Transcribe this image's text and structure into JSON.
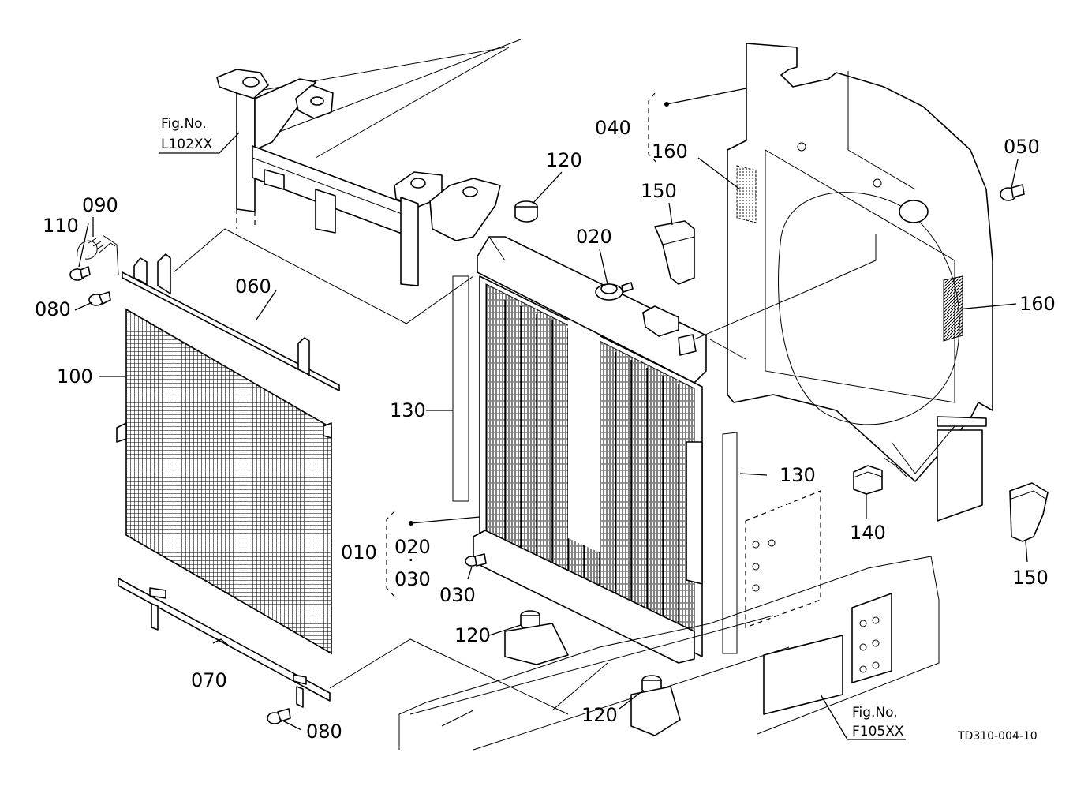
{
  "figure_code": "TD310-004-10",
  "refs": {
    "upper": {
      "line1": "Fig.No.",
      "line2": "L102XX"
    },
    "lower": {
      "line1": "Fig.No.",
      "line2": "F105XX"
    }
  },
  "callouts": {
    "p010": "010",
    "p020_group": "020",
    "p030_group": "030",
    "p020_cap": "020",
    "p030_drain": "030",
    "p040": "040",
    "p050": "050",
    "p060": "060",
    "p070": "070",
    "p080_top": "080",
    "p080_bottom": "080",
    "p090": "090",
    "p100": "100",
    "p110": "110",
    "p120_top": "120",
    "p120_mid": "120",
    "p120_bottom": "120",
    "p130_left": "130",
    "p130_right": "130",
    "p140": "140",
    "p150_top": "150",
    "p150_bottom": "150",
    "p160_top": "160",
    "p160_right": "160"
  },
  "group_dot": "·"
}
